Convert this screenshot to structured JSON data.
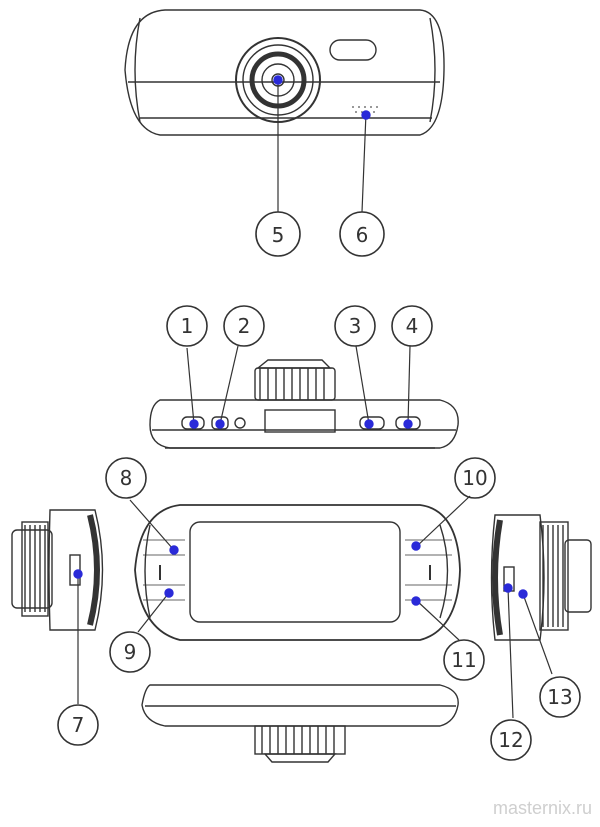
{
  "callouts": [
    "1",
    "2",
    "3",
    "4",
    "5",
    "6",
    "7",
    "8",
    "9",
    "10",
    "11",
    "12",
    "13"
  ],
  "watermark": "masternix.ru",
  "colors": {
    "outline": "#333333",
    "marker": "#2a2ad8",
    "watermark": "#cfcfcf"
  }
}
